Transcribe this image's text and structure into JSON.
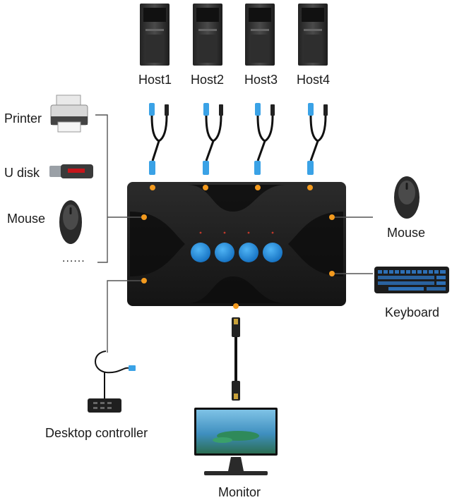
{
  "hosts": [
    {
      "label": "Host1"
    },
    {
      "label": "Host2"
    },
    {
      "label": "Host3"
    },
    {
      "label": "Host4"
    }
  ],
  "left_devices": {
    "printer": "Printer",
    "udisk": "U disk",
    "mouse": "Mouse",
    "more": "......"
  },
  "right_devices": {
    "mouse": "Mouse",
    "keyboard": "Keyboard"
  },
  "bottom_devices": {
    "desktop_controller": "Desktop controller",
    "monitor": "Monitor"
  },
  "colors": {
    "switch_body": "#1f1f1f",
    "port_dot": "#f39a1e",
    "button": "#1f8ee0",
    "cable": "#111111",
    "connector_blue": "#3aa2e6",
    "line": "#555555"
  }
}
